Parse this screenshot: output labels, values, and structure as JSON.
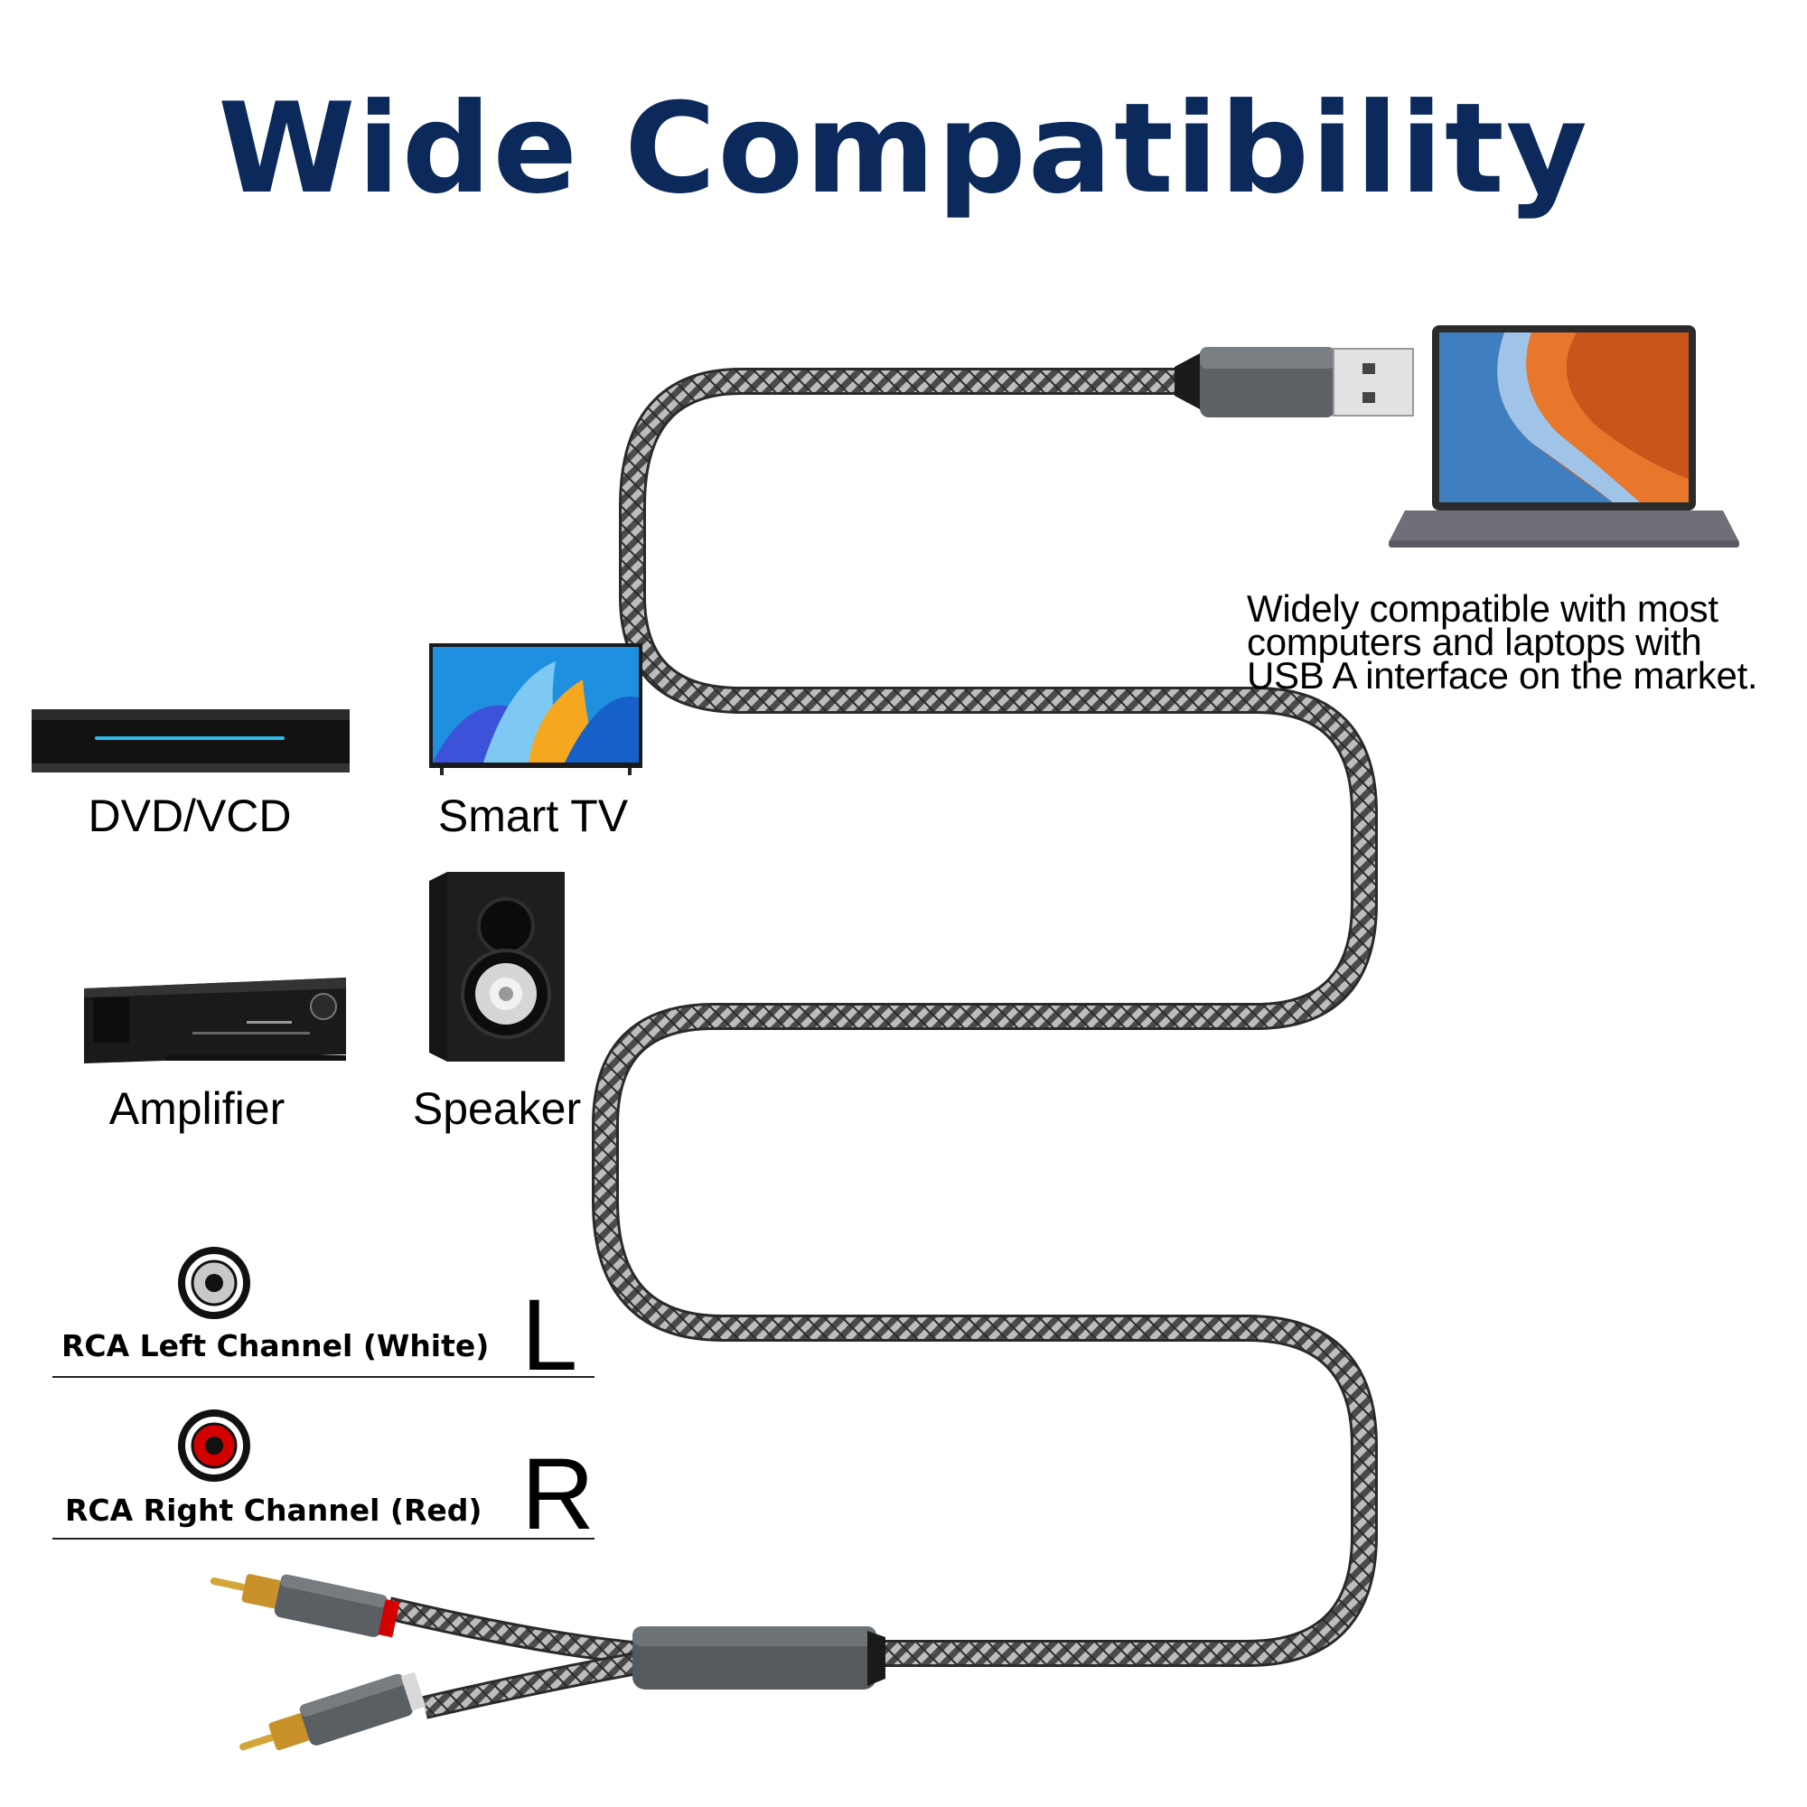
{
  "title": "Wide Compatibility",
  "laptop": {
    "description_lines": [
      "Widely compatible with most",
      "computers and laptops with",
      "USB A interface on the market."
    ]
  },
  "devices": [
    {
      "label": "DVD/VCD",
      "icon": "dvd-player-icon"
    },
    {
      "label": "Smart TV",
      "icon": "tv-icon"
    },
    {
      "label": "Amplifier",
      "icon": "amplifier-icon"
    },
    {
      "label": "Speaker",
      "icon": "speaker-icon"
    }
  ],
  "rca": [
    {
      "label": "RCA Left Channel (White)",
      "letter": "L",
      "color": "#c8c8c8"
    },
    {
      "label": "RCA Right Channel (Red)",
      "letter": "R",
      "color": "#d40000"
    }
  ],
  "colors": {
    "title": "#0b2a5b",
    "cable": "#5a5a5a",
    "rca_red": "#d40000",
    "gold_tip": "#d4a63a"
  }
}
